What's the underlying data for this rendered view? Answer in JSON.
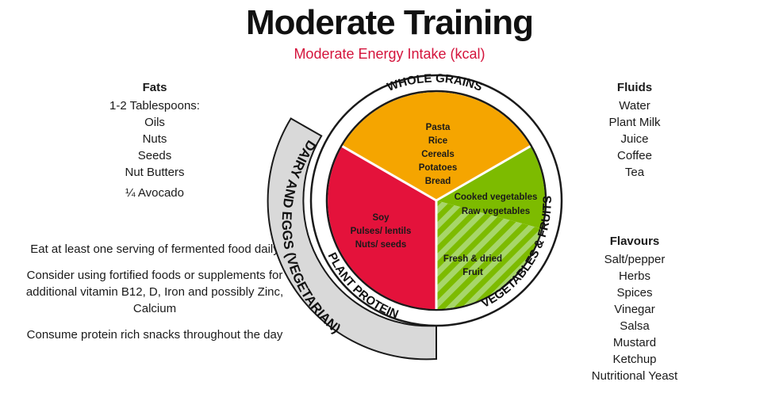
{
  "title": "Moderate Training",
  "subtitle": "Moderate Energy Intake (kcal)",
  "colors": {
    "grains": "#f5a500",
    "protein": "#e4123b",
    "vegetables": "#7dbb00",
    "fruit": "#a7d66a",
    "dairy_band": "#d9d9d9",
    "subtitle": "#d4143c"
  },
  "fats": {
    "heading": "Fats",
    "items": [
      "1-2 Tablespoons:",
      "Oils",
      "Nuts",
      "Seeds",
      "Nut Butters"
    ],
    "extra": "¼ Avocado"
  },
  "fluids": {
    "heading": "Fluids",
    "items": [
      "Water",
      "Plant Milk",
      "Juice",
      "Coffee",
      "Tea"
    ]
  },
  "flavours": {
    "heading": "Flavours",
    "items": [
      "Salt/pepper",
      "Herbs",
      "Spices",
      "Vinegar",
      "Salsa",
      "Mustard",
      "Ketchup",
      "Nutritional Yeast"
    ]
  },
  "notes": [
    "Eat at least one serving of fermented food daily",
    "Consider using fortified foods or supplements for additional vitamin B12, D, Iron and possibly Zinc, Calcium",
    "Consume protein rich snacks throughout the day"
  ],
  "plate": {
    "ring_labels": {
      "grains": "WHOLE GRAINS",
      "protein": "PLANT PROTEIN",
      "vegetables": "VEGETABLES & FRUITS",
      "dairy": "DAIRY AND EGGS (VEGETARIAN)"
    },
    "grains_items": [
      "Pasta",
      "Rice",
      "Cereals",
      "Potatoes",
      "Bread"
    ],
    "protein_items": [
      "Soy",
      "Pulses/ lentils",
      "Nuts/ seeds"
    ],
    "vegetables_items": [
      "Cooked vegetables",
      "Raw vegetables"
    ],
    "fruit_items": [
      "Fresh & dried",
      "Fruit"
    ]
  }
}
